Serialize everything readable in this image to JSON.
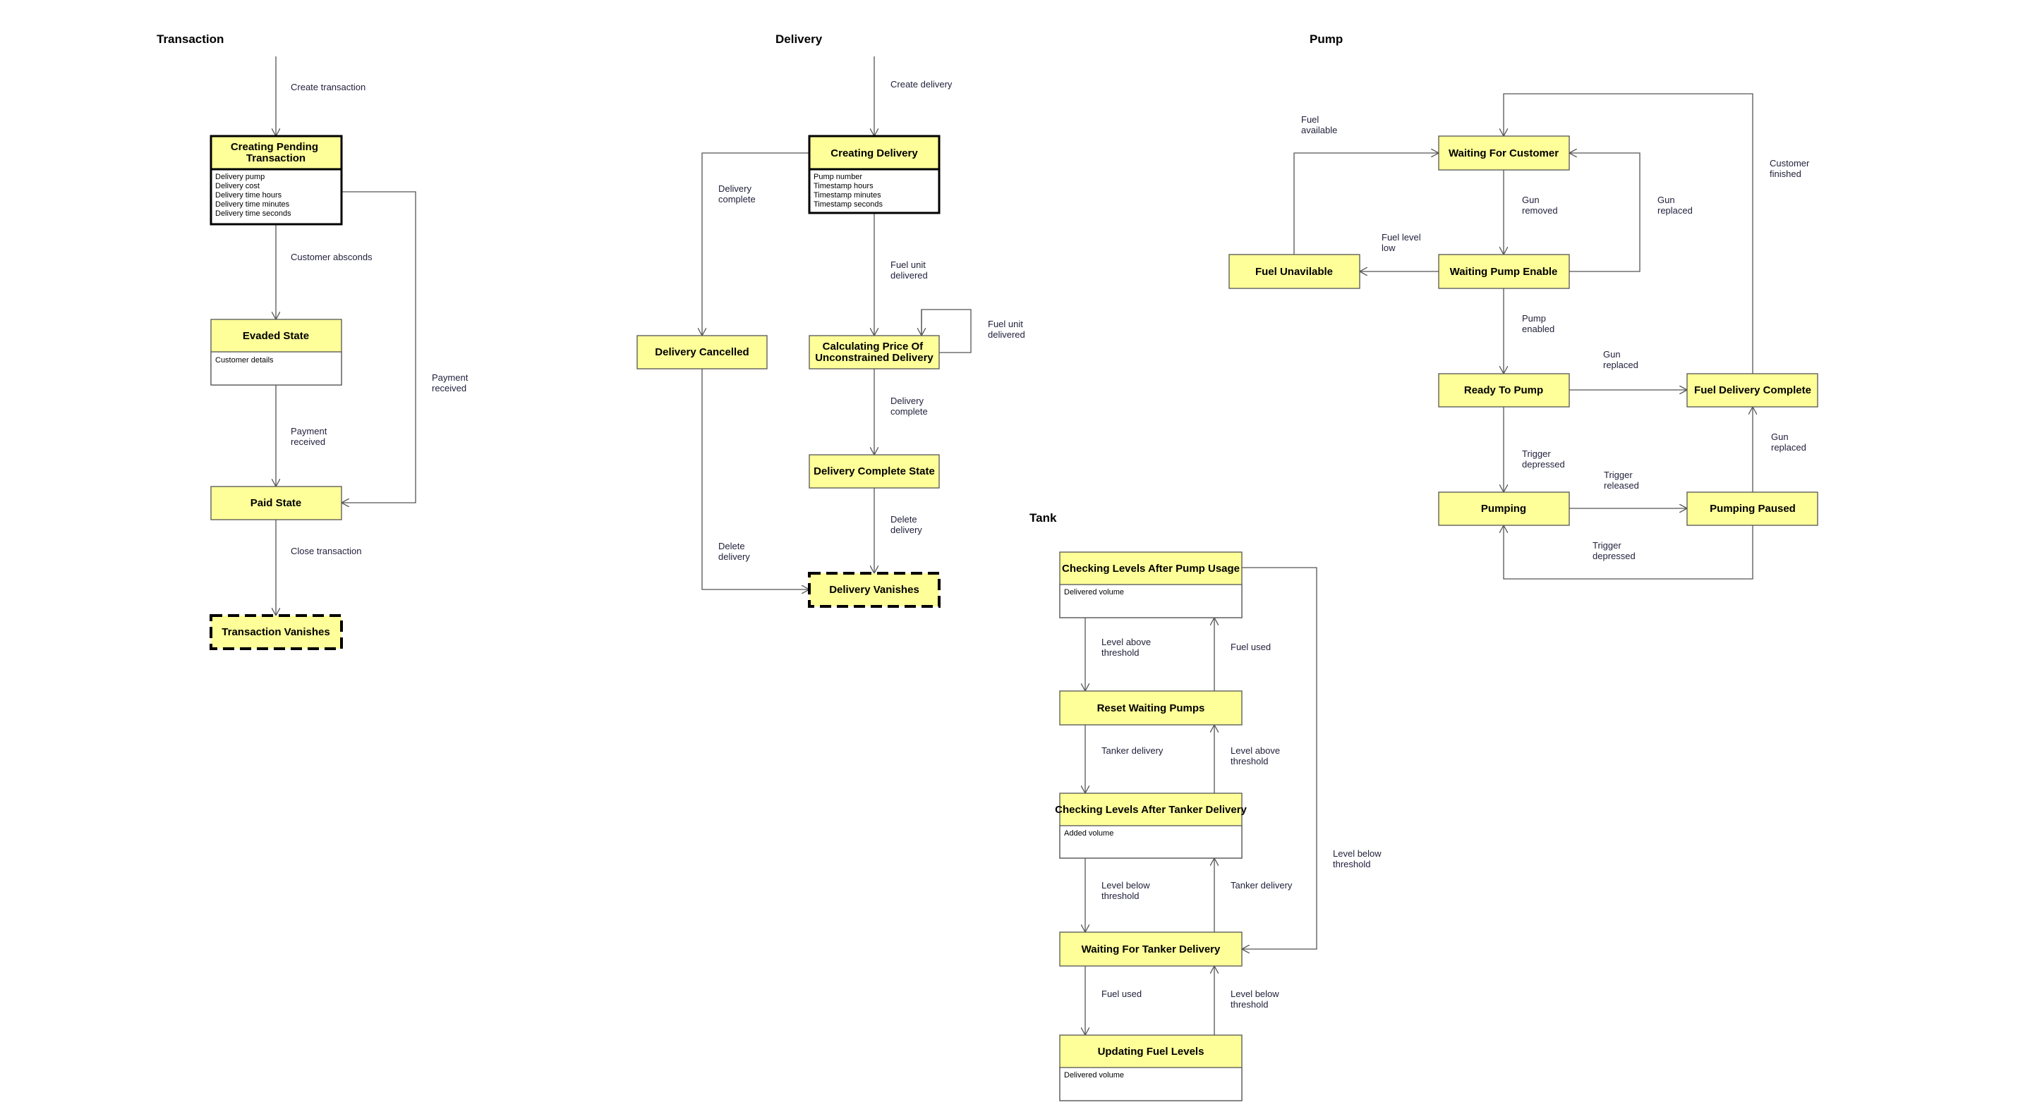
{
  "colors": {
    "state_fill": "#ffff99",
    "line": "#555555",
    "text": "#000000"
  },
  "sections": {
    "transaction": "Transaction",
    "delivery": "Delivery",
    "pump": "Pump",
    "tank": "Tank"
  },
  "states": {
    "creating_pending_transaction": {
      "title": [
        "Creating Pending",
        "Transaction"
      ],
      "attributes": [
        "Delivery pump",
        "Delivery cost",
        "Delivery time hours",
        "Delivery time minutes",
        "Delivery time seconds"
      ]
    },
    "evaded_state": {
      "title": [
        "Evaded State"
      ],
      "attributes": [
        "Customer details"
      ]
    },
    "paid_state": {
      "title": [
        "Paid State"
      ],
      "attributes": []
    },
    "transaction_vanishes": {
      "title": [
        "Transaction Vanishes"
      ],
      "attributes": []
    },
    "creating_delivery": {
      "title": [
        "Creating Delivery"
      ],
      "attributes": [
        "Pump number",
        "Timestamp hours",
        "Timestamp minutes",
        "Timestamp seconds"
      ]
    },
    "delivery_cancelled": {
      "title": [
        "Delivery Cancelled"
      ],
      "attributes": []
    },
    "calculating_price": {
      "title": [
        "Calculating Price Of",
        "Unconstrained Delivery"
      ],
      "attributes": []
    },
    "delivery_complete_state": {
      "title": [
        "Delivery Complete State"
      ],
      "attributes": []
    },
    "delivery_vanishes": {
      "title": [
        "Delivery Vanishes"
      ],
      "attributes": []
    },
    "waiting_for_customer": {
      "title": [
        "Waiting For Customer"
      ],
      "attributes": []
    },
    "fuel_unavilable": {
      "title": [
        "Fuel Unavilable"
      ],
      "attributes": []
    },
    "waiting_pump_enable": {
      "title": [
        "Waiting Pump Enable"
      ],
      "attributes": []
    },
    "ready_to_pump": {
      "title": [
        "Ready To Pump"
      ],
      "attributes": []
    },
    "fuel_delivery_complete": {
      "title": [
        "Fuel Delivery Complete"
      ],
      "attributes": []
    },
    "pumping": {
      "title": [
        "Pumping"
      ],
      "attributes": []
    },
    "pumping_paused": {
      "title": [
        "Pumping Paused"
      ],
      "attributes": []
    },
    "checking_levels_after_pump_usage": {
      "title": [
        "Checking Levels After Pump Usage"
      ],
      "attributes": [
        "Delivered volume"
      ]
    },
    "reset_waiting_pumps": {
      "title": [
        "Reset Waiting Pumps"
      ],
      "attributes": []
    },
    "checking_levels_after_tanker_delivery": {
      "title": [
        "Checking Levels After Tanker Delivery"
      ],
      "attributes": [
        "Added volume"
      ]
    },
    "waiting_for_tanker_delivery": {
      "title": [
        "Waiting For Tanker Delivery"
      ],
      "attributes": []
    },
    "updating_fuel_levels": {
      "title": [
        "Updating Fuel Levels"
      ],
      "attributes": [
        "Delivered volume"
      ]
    }
  },
  "transitions": {
    "t_create_transaction": [
      "Create transaction"
    ],
    "t_customer_absconds": [
      "Customer absconds"
    ],
    "t_payment_received_1": [
      "Payment",
      "received"
    ],
    "t_payment_received_2": [
      "Payment",
      "received"
    ],
    "t_close_transaction": [
      "Close transaction"
    ],
    "d_create_delivery": [
      "Create delivery"
    ],
    "d_delivery_complete_1": [
      "Delivery",
      "complete"
    ],
    "d_fuel_unit_delivered_1": [
      "Fuel unit",
      "delivered"
    ],
    "d_fuel_unit_delivered_2": [
      "Fuel unit",
      "delivered"
    ],
    "d_delivery_complete_2": [
      "Delivery",
      "complete"
    ],
    "d_delete_delivery_1": [
      "Delete",
      "delivery"
    ],
    "d_delete_delivery_2": [
      "Delete",
      "delivery"
    ],
    "p_fuel_available": [
      "Fuel",
      "available"
    ],
    "p_customer_finished": [
      "Customer",
      "finished"
    ],
    "p_gun_removed": [
      "Gun",
      "removed"
    ],
    "p_gun_replaced_1": [
      "Gun",
      "replaced"
    ],
    "p_fuel_level_low": [
      "Fuel level",
      "low"
    ],
    "p_pump_enabled": [
      "Pump",
      "enabled"
    ],
    "p_gun_replaced_2": [
      "Gun",
      "replaced"
    ],
    "p_gun_replaced_3": [
      "Gun",
      "replaced"
    ],
    "p_trigger_depressed_1": [
      "Trigger",
      "depressed"
    ],
    "p_trigger_released": [
      "Trigger",
      "released"
    ],
    "p_trigger_depressed_2": [
      "Trigger",
      "depressed"
    ],
    "k_level_above_threshold_1": [
      "Level above",
      "threshold"
    ],
    "k_fuel_used_1": [
      "Fuel used"
    ],
    "k_tanker_delivery_1": [
      "Tanker delivery"
    ],
    "k_level_above_threshold_2": [
      "Level above",
      "threshold"
    ],
    "k_level_below_threshold_1": [
      "Level below",
      "threshold"
    ],
    "k_tanker_delivery_2": [
      "Tanker delivery"
    ],
    "k_level_below_threshold_2": [
      "Level below",
      "threshold"
    ],
    "k_fuel_used_2": [
      "Fuel used"
    ],
    "k_level_below_threshold_3": [
      "Level below",
      "threshold"
    ]
  }
}
